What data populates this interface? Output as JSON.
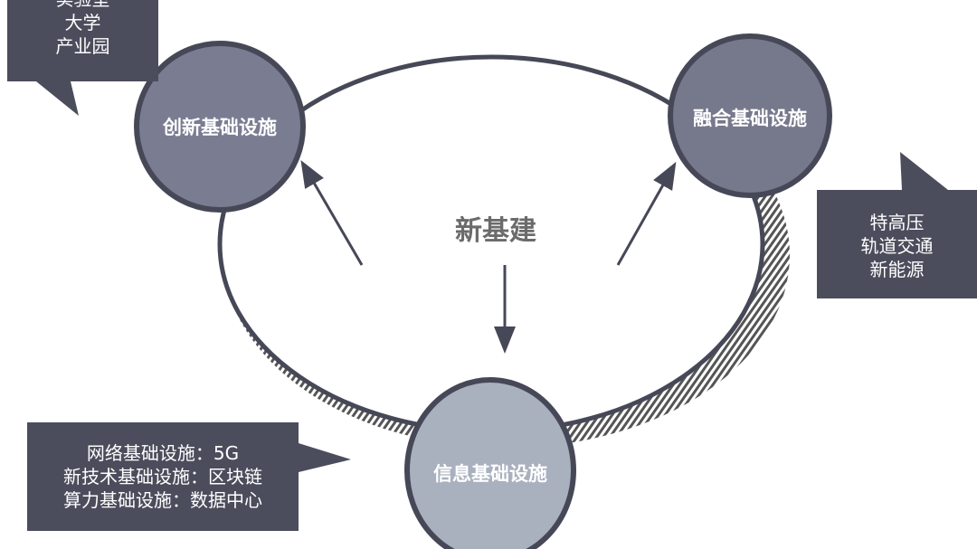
{
  "center": {
    "title": "新基建"
  },
  "nodes": {
    "innovation": {
      "label": "创新基础设施",
      "fill": "#7a7c92"
    },
    "fusion": {
      "label": "融合基础设施",
      "fill": "#76788c"
    },
    "information": {
      "label": "信息基础设施",
      "fill": "#a9b0be"
    }
  },
  "callouts": {
    "innovation": [
      "实验室",
      "大学",
      "产业园"
    ],
    "fusion": [
      "特高压",
      "轨道交通",
      "新能源"
    ],
    "information": [
      "网络基础设施：5G",
      "新技术基础设施：区块链",
      "算力基础设施：数据中心"
    ]
  },
  "colors": {
    "callout_bg": "#4b4d5c",
    "outline": "#464857"
  }
}
